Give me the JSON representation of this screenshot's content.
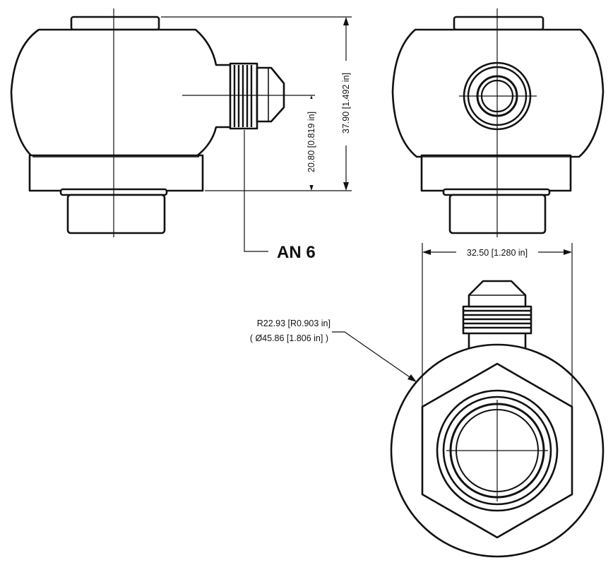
{
  "dimensions": {
    "height_overall": "37.90 [1.492 in]",
    "height_port": "20.80 [0.819 in]",
    "width_top": "32.50 [1.280 in]",
    "radius": "R22.93 [R0.903 in]",
    "diameter": "( Ø45.86 [1.806 in] )"
  },
  "callout": {
    "fitting_size": "AN 6"
  }
}
